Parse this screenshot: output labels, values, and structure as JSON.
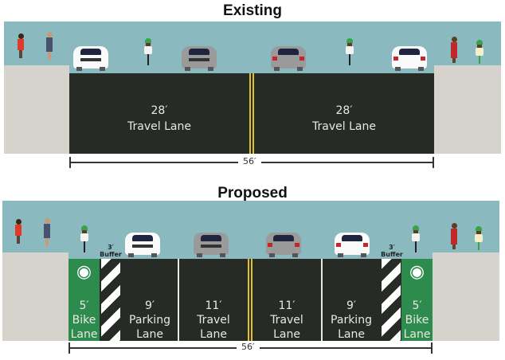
{
  "existing": {
    "title": "Existing",
    "lanes": [
      {
        "width": "28′",
        "label": "Travel Lane"
      },
      {
        "width": "28′",
        "label": "Travel Lane"
      }
    ],
    "total_width": "56′"
  },
  "proposed": {
    "title": "Proposed",
    "lanes": [
      {
        "width": "5′",
        "label1": "Bike",
        "label2": "Lane",
        "type": "bike"
      },
      {
        "width": "3′",
        "label1": "Buffer",
        "type": "buffer"
      },
      {
        "width": "9′",
        "label1": "Parking",
        "label2": "Lane",
        "type": "parking"
      },
      {
        "width": "11′",
        "label1": "Travel",
        "label2": "Lane",
        "type": "travel"
      },
      {
        "width": "11′",
        "label1": "Travel",
        "label2": "Lane",
        "type": "travel"
      },
      {
        "width": "9′",
        "label1": "Parking",
        "label2": "Lane",
        "type": "parking"
      },
      {
        "width": "3′",
        "label1": "Buffer",
        "type": "buffer"
      },
      {
        "width": "5′",
        "label1": "Bike",
        "label2": "Lane",
        "type": "bike"
      }
    ],
    "total_width": "56′"
  },
  "icons": {
    "bike_symbol": "🚲"
  },
  "colors": {
    "sky": "#8ab9bf",
    "sidewalk": "#d6d2cc",
    "asphalt": "#262b25",
    "bike_lane": "#2e8b4e",
    "center_line": "#e0c12a"
  }
}
